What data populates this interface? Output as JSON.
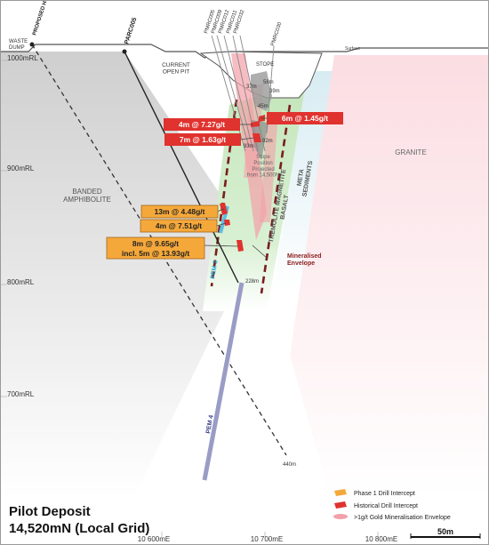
{
  "title": {
    "line1": "Pilot Deposit",
    "line2": "14,520mN (Local Grid)"
  },
  "topography": {
    "surface": "Surface",
    "waste_dump": "WASTE\nDUMP",
    "proposed_hole": "PROPOSED\nHOLE",
    "current_pit": "CURRENT\nOPEN PIT",
    "stope": "STOPE"
  },
  "units": {
    "banded_amphibolite": "BANDED\nAMPHIBOLITE",
    "granite": "GRANITE",
    "meta_sediments": "META\nSEDIMENTS",
    "tremolite_magnetite_basalt": "TREMOLITE MAGNETITE\nBASALT",
    "stope_projection": "Stope\nPosition\nProjected\nfrom 14,500N",
    "mineralised_envelope": "Mineralised\nEnvelope"
  },
  "drillholes": {
    "parc005": "PARC005",
    "pem3": "PEM 3",
    "pem4": "PEM 4",
    "historical": [
      "PMRC005",
      "PMRC009",
      "PMRC012",
      "PMRC011",
      "PMRC032",
      "PMRC030"
    ]
  },
  "depth_labels": {
    "d228": "228m",
    "d440": "440m",
    "d37": "37m",
    "d58": "58m",
    "d39": "39m",
    "d45": "45m",
    "d93": "93m",
    "d92": "92m"
  },
  "phase1_intercepts": [
    "13m @ 4.48g/t",
    "4m @ 7.51g/t",
    "8m @ 9.65g/t",
    "incl. 5m @ 13.93g/t"
  ],
  "historical_intercepts": [
    "4m @ 7.27g/t",
    "7m @ 1.63g/t",
    "6m @ 1.45g/t"
  ],
  "rl_labels": [
    "1000mRL",
    "900mRL",
    "800mRL",
    "700mRL"
  ],
  "easting_labels": [
    "10 600mE",
    "10 700mE",
    "10 800mE"
  ],
  "legend": {
    "phase1": "Phase 1 Drill Intercept",
    "historical": "Historical Drill Intercept",
    "envelope": ">1g/t Gold Mineralisation Envelope"
  },
  "scale_bar": "50m",
  "colors": {
    "phase1": "#f5a83a",
    "historical": "#e0322e",
    "envelope": "#f4a0a8",
    "amphibolite": "#d8d8d8",
    "granite": "#fce5e8",
    "meta_sediments": "#dff0f4",
    "basalt": "#cdeac5",
    "pem": "#9a9cc6",
    "pem3": "#5dbde0"
  }
}
